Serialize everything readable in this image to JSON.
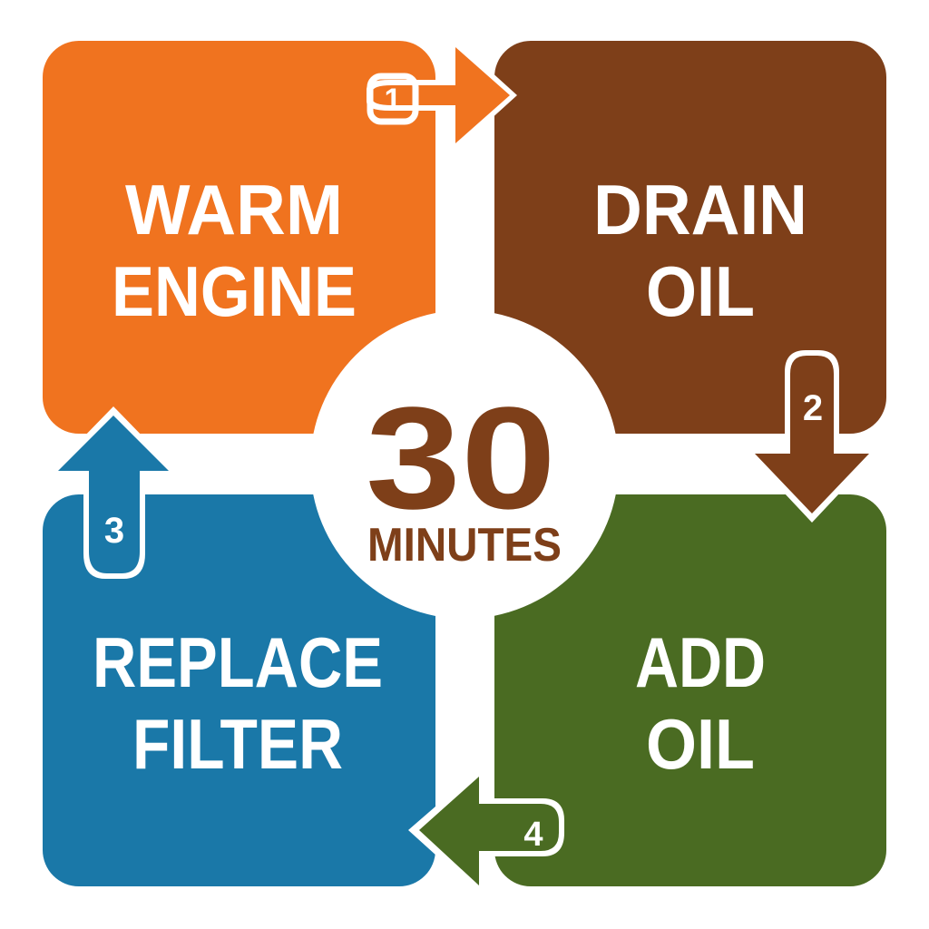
{
  "diagram": {
    "title": "30 MINUTES",
    "center": {
      "number": "30",
      "unit": "MINUTES",
      "color": "#7e3f19"
    },
    "steps": [
      {
        "order": 1,
        "number": "1",
        "line1": "WARM",
        "line2": "ENGINE",
        "color": "#f0731f",
        "position": "top-left",
        "arrow_direction": "right"
      },
      {
        "order": 2,
        "number": "2",
        "line1": "DRAIN",
        "line2": "OIL",
        "color": "#7e3f19",
        "position": "top-right",
        "arrow_direction": "down"
      },
      {
        "order": 3,
        "number": "3",
        "line1": "REPLACE",
        "line2": "FILTER",
        "color": "#1a78a8",
        "position": "bottom-left",
        "arrow_direction": "up"
      },
      {
        "order": 4,
        "number": "4",
        "line1": "ADD",
        "line2": "OIL",
        "color": "#4a6b22",
        "position": "bottom-right",
        "arrow_direction": "left"
      }
    ],
    "background": "#ffffff"
  }
}
